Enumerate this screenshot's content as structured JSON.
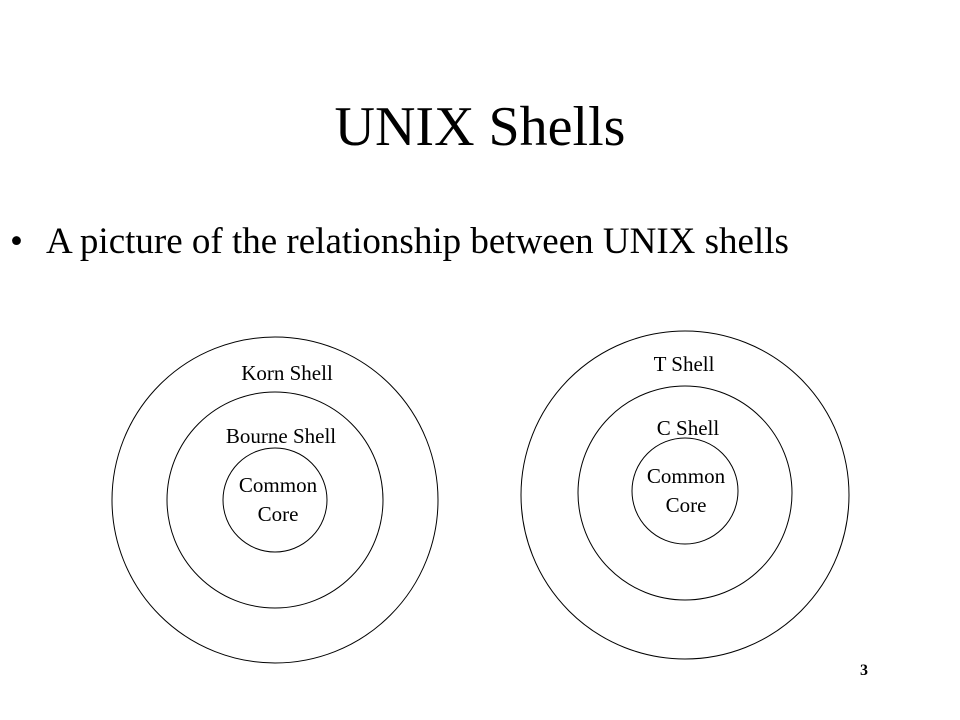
{
  "slide": {
    "title": "UNIX Shells",
    "bullet": "A picture of the relationship between UNIX shells",
    "page_number": "3"
  },
  "diagram": {
    "left": {
      "outer_label": "Korn Shell",
      "middle_label": "Bourne Shell",
      "core_line1": "Common",
      "core_line2": "Core"
    },
    "right": {
      "outer_label": "T Shell",
      "middle_label": "C Shell",
      "core_line1": "Common",
      "core_line2": "Core"
    }
  },
  "colors": {
    "background": "#ffffff",
    "ink": "#000000"
  }
}
